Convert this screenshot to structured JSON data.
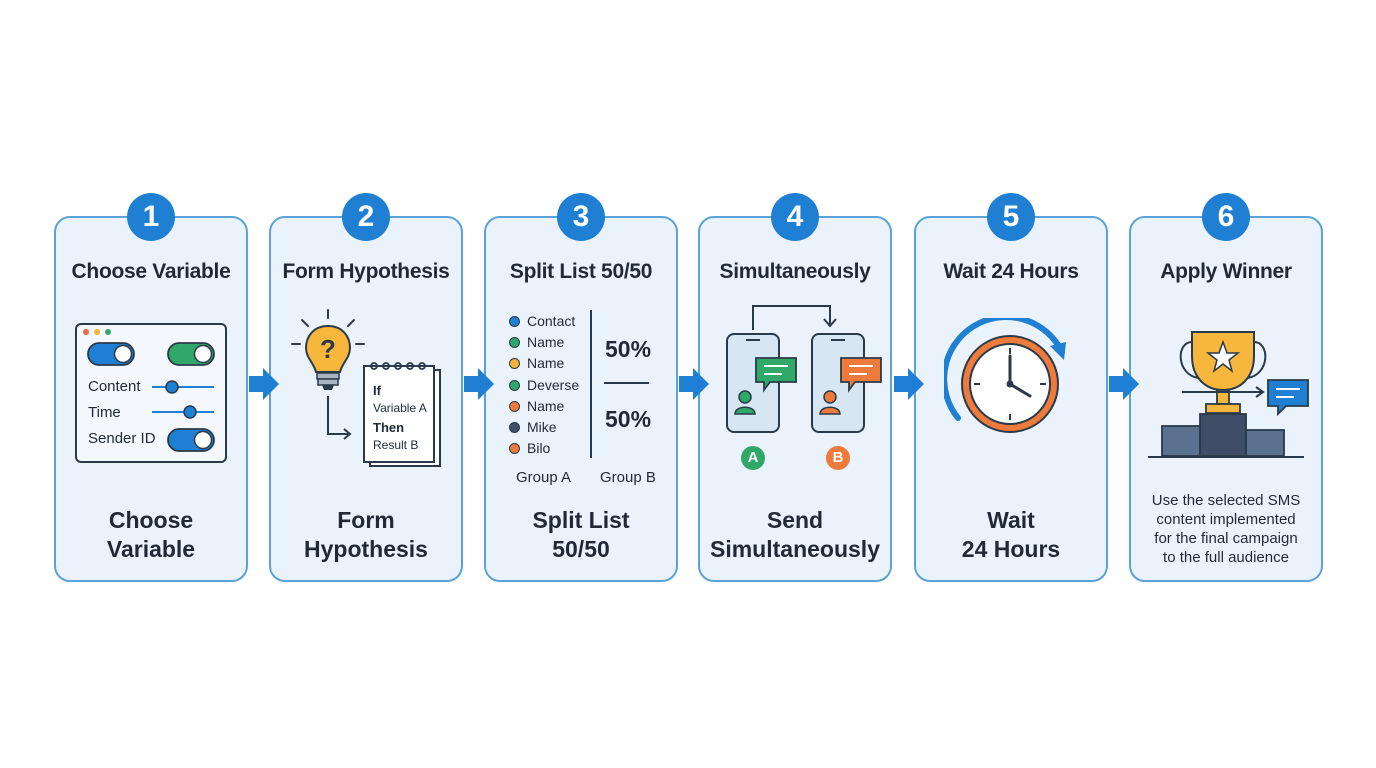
{
  "steps": [
    {
      "number": "1",
      "title": "Choose Variable",
      "caption": [
        "Choose",
        "Variable"
      ]
    },
    {
      "number": "2",
      "title": "Form Hypothesis",
      "caption": [
        "Form",
        "Hypothesis"
      ]
    },
    {
      "number": "3",
      "title": "Split List 50/50",
      "caption": [
        "Split List",
        "50/50"
      ]
    },
    {
      "number": "4",
      "title": "Simultaneously",
      "caption": [
        "Send",
        "Simultaneously"
      ]
    },
    {
      "number": "5",
      "title": "Wait 24 Hours",
      "caption": [
        "Wait",
        "24 Hours"
      ]
    },
    {
      "number": "6",
      "title": "Apply Winner",
      "description": [
        "Use the selected SMS",
        "content implemented",
        "for the final campaign",
        "to the full audience"
      ]
    }
  ],
  "variable_panel": {
    "labels": [
      "Content",
      "Time",
      "Sender ID"
    ]
  },
  "hypothesis_note": {
    "if_label": "If",
    "if_value": "Variable A",
    "then_label": "Then",
    "then_value": "Result B"
  },
  "split_list": {
    "contacts": [
      {
        "name": "Contact",
        "color": "#1e7fd3"
      },
      {
        "name": "Name",
        "color": "#2fa86a"
      },
      {
        "name": "Name",
        "color": "#f2b43a"
      },
      {
        "name": "Deverse",
        "color": "#2fa86a"
      },
      {
        "name": "Name",
        "color": "#ee7a3c"
      },
      {
        "name": "Mike",
        "color": "#3f4e66"
      },
      {
        "name": "Bilo",
        "color": "#ee7a3c"
      }
    ],
    "pct_top": "50%",
    "pct_bottom": "50%",
    "group_a": "Group A",
    "group_b": "Group B"
  },
  "send_badges": {
    "a": "A",
    "b": "B"
  },
  "colors": {
    "accent": "#1e7fd3",
    "card_border": "#5ba3d6",
    "card_bg": "#eaf3fb",
    "green": "#2fa86a",
    "orange": "#ee7a3c",
    "gold": "#f2b43a"
  }
}
